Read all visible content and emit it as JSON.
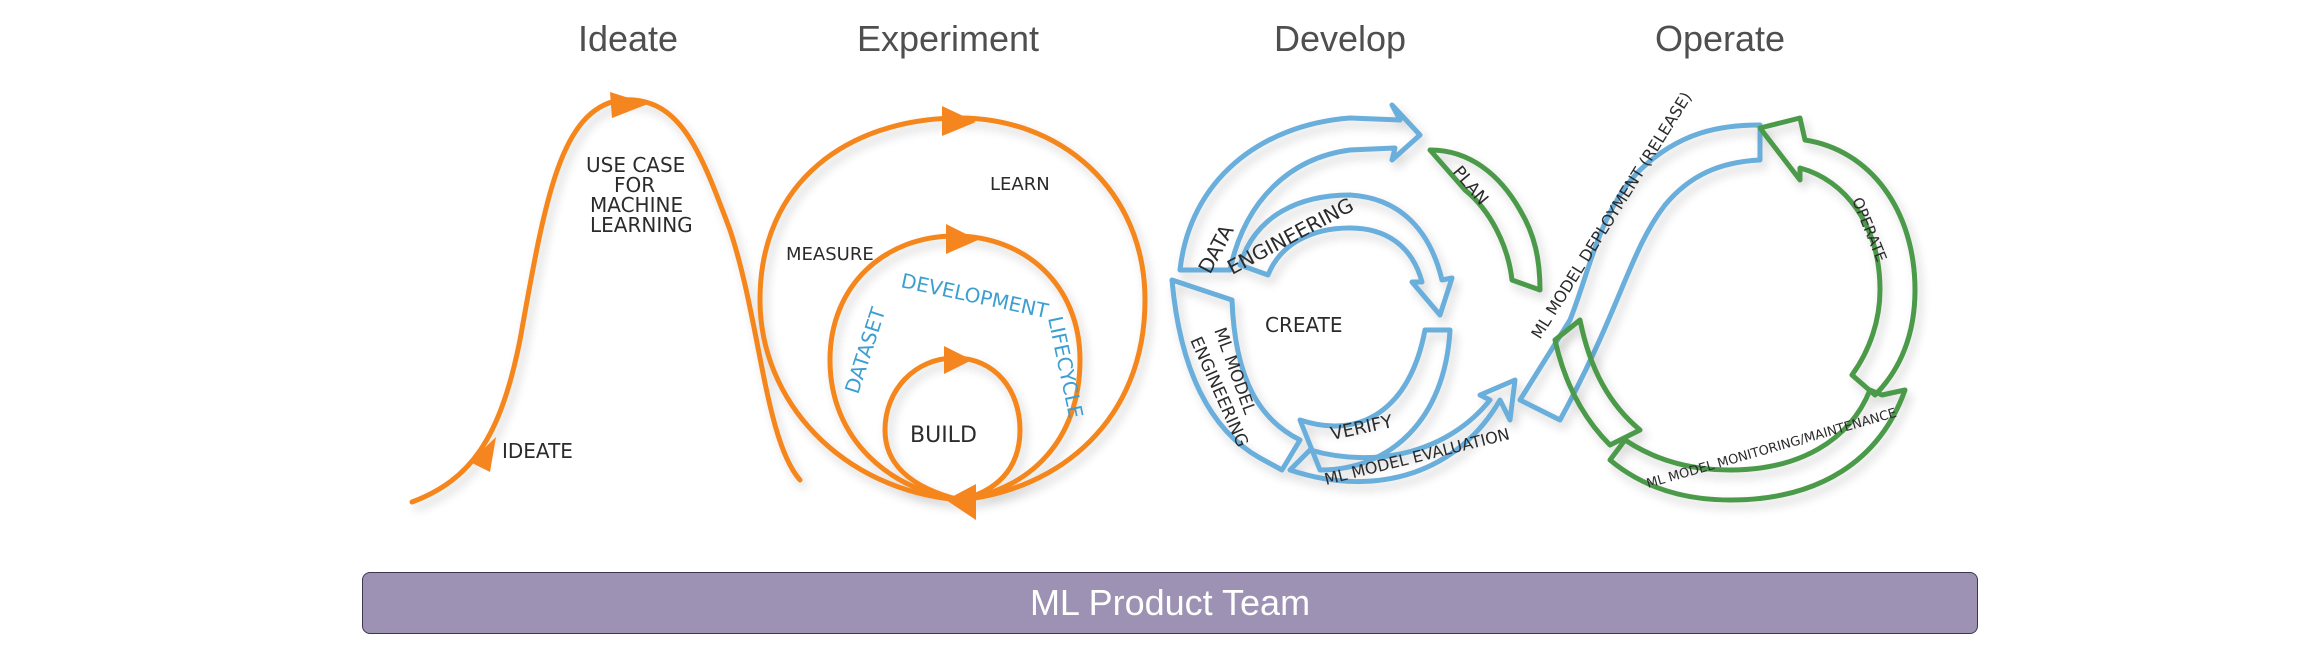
{
  "phases": {
    "ideate": "Ideate",
    "experiment": "Experiment",
    "develop": "Develop",
    "operate": "Operate"
  },
  "ideate_curve": {
    "use_case_1": "USE CASE",
    "use_case_2": "FOR",
    "use_case_3": "MACHINE",
    "use_case_4": "LEARNING",
    "ideate": "IDEATE"
  },
  "experiment_loops": {
    "learn": "LEARN",
    "measure": "MEASURE",
    "build": "BUILD",
    "dataset": "DATASET",
    "development": "DEVELOPMENT",
    "lifecycle": "LIFECYCLE"
  },
  "develop_loop": {
    "data_engineering_1": "DATA",
    "data_engineering_2": "ENGINEERING",
    "create": "CREATE",
    "ml_model_engineering_1": "ML MODEL",
    "ml_model_engineering_2": "ENGINEERING",
    "verify": "VERIFY",
    "ml_model_evaluation": "ML MODEL EVALUATION",
    "ml_model_deployment": "ML MODEL DEPLOYMENT (RELEASE)"
  },
  "operate_loop": {
    "plan": "PLAN",
    "operate": "OPERATE",
    "monitoring": "ML MODEL MONITORING/MAINTENANCE"
  },
  "colors": {
    "orange": "#f5861f",
    "blue": "#6aaedb",
    "green": "#4c9a4a",
    "team_bar": "#9d92b3"
  },
  "team_bar": {
    "label": "ML Product Team"
  }
}
